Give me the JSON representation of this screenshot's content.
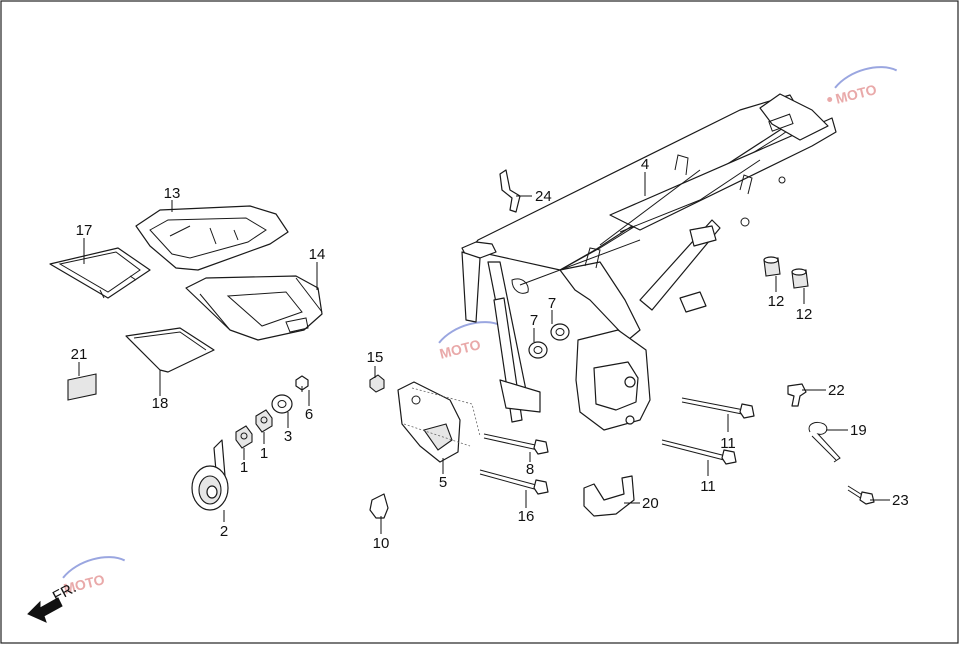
{
  "callouts": [
    {
      "id": "c1",
      "label": "1"
    },
    {
      "id": "c1b",
      "label": "1"
    },
    {
      "id": "c2",
      "label": "2"
    },
    {
      "id": "c3",
      "label": "3"
    },
    {
      "id": "c4",
      "label": "4"
    },
    {
      "id": "c5",
      "label": "5"
    },
    {
      "id": "c6",
      "label": "6"
    },
    {
      "id": "c7",
      "label": "7"
    },
    {
      "id": "c7b",
      "label": "7"
    },
    {
      "id": "c8",
      "label": "8"
    },
    {
      "id": "c10",
      "label": "10"
    },
    {
      "id": "c11",
      "label": "11"
    },
    {
      "id": "c11b",
      "label": "11"
    },
    {
      "id": "c12",
      "label": "12"
    },
    {
      "id": "c12b",
      "label": "12"
    },
    {
      "id": "c13",
      "label": "13"
    },
    {
      "id": "c14",
      "label": "14"
    },
    {
      "id": "c15",
      "label": "15"
    },
    {
      "id": "c16",
      "label": "16"
    },
    {
      "id": "c17",
      "label": "17"
    },
    {
      "id": "c18",
      "label": "18"
    },
    {
      "id": "c19",
      "label": "19"
    },
    {
      "id": "c20",
      "label": "20"
    },
    {
      "id": "c21",
      "label": "21"
    },
    {
      "id": "c22",
      "label": "22"
    },
    {
      "id": "c23",
      "label": "23"
    },
    {
      "id": "c24",
      "label": "24"
    }
  ],
  "direction_label": "FR.",
  "watermark": {
    "text": "MOTO",
    "color": "#e9a9a9"
  },
  "colors": {
    "line": "#1a1a1a",
    "background": "#ffffff"
  }
}
